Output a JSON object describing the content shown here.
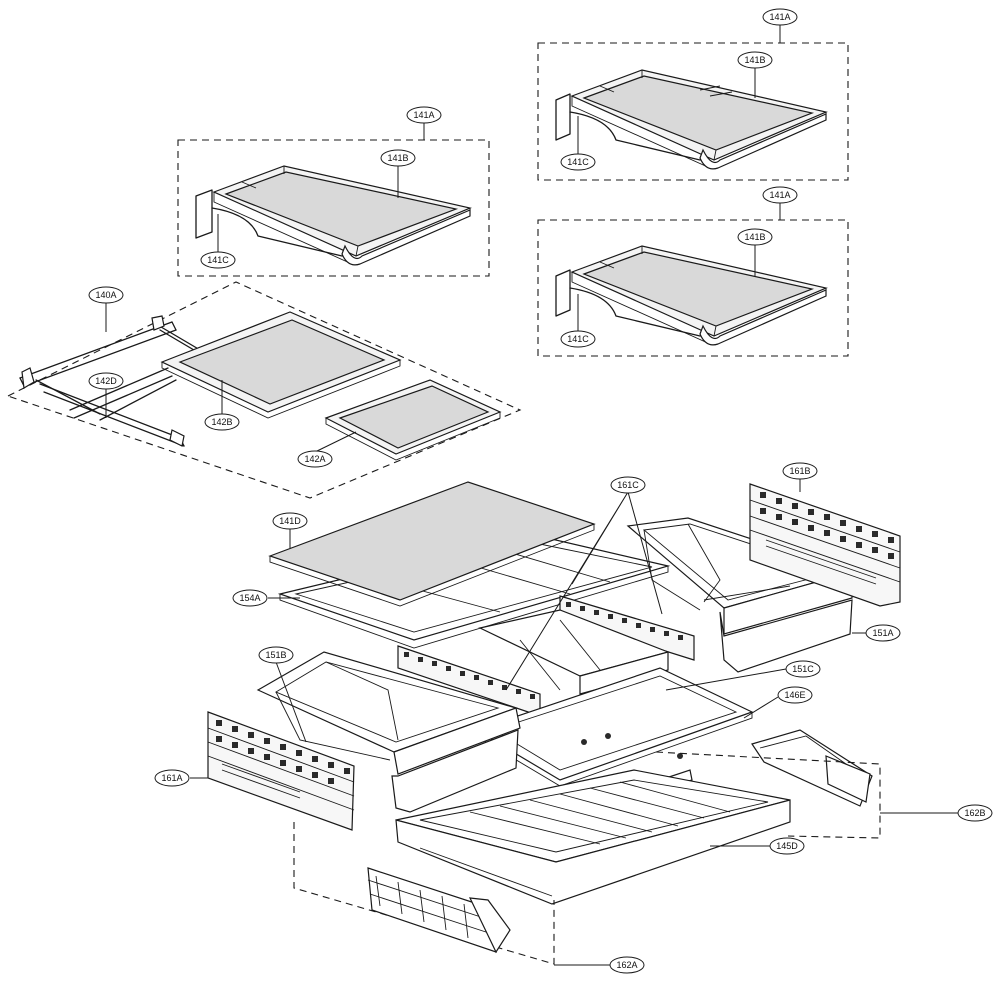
{
  "callouts": {
    "shelf_top_right_assembly": "141A",
    "shelf_top_right_glass": "141B",
    "shelf_top_right_bracket": "141C",
    "shelf_mid_right_assembly": "141A",
    "shelf_mid_right_glass": "141B",
    "shelf_mid_right_bracket": "141C",
    "shelf_left_assembly": "141A",
    "shelf_left_glass": "141B",
    "shelf_left_bracket": "141C",
    "folding_shelf_assembly": "140A",
    "folding_shelf_rail": "142D",
    "folding_shelf_glass_rear": "142B",
    "folding_shelf_glass_front": "142A",
    "crisper_cover_glass": "141D",
    "crisper_cover_frame": "154A",
    "drawer_slides": "161C",
    "side_rail_right": "161B",
    "drawer_right": "151A",
    "drawer_left": "151B",
    "drawer_center": "151C",
    "cover_center_frame": "146E",
    "side_rail_left": "161A",
    "bottom_assembly_right": "162B",
    "bottom_tray": "145D",
    "bottom_assembly_front": "162A"
  }
}
